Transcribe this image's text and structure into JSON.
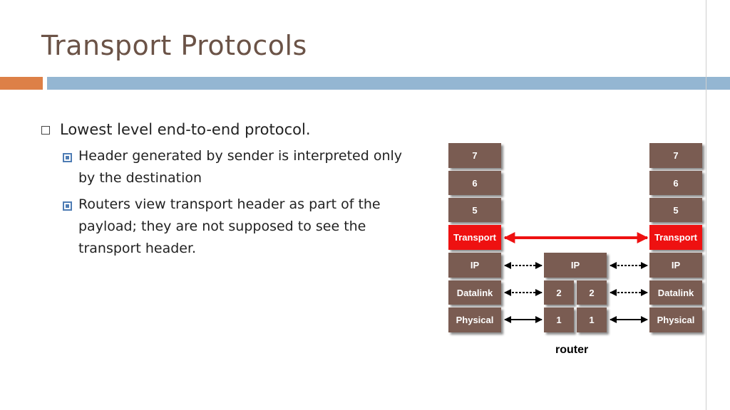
{
  "slide": {
    "title": "Transport Protocols",
    "bullets": [
      {
        "text": "Lowest level end-to-end protocol.",
        "sub": [
          "Header generated by sender is interpreted only by the destination",
          "Routers view transport header as part of the payload; they are not supposed to see the transport header."
        ]
      }
    ]
  },
  "diagram": {
    "host_stack": [
      "7",
      "6",
      "5",
      "Transport",
      "IP",
      "Datalink",
      "Physical"
    ],
    "router": {
      "ip_label": "IP",
      "layer2": [
        "2",
        "2"
      ],
      "layer1": [
        "1",
        "1"
      ],
      "label": "router"
    },
    "colors": {
      "layer_box": "#7a5c52",
      "transport": "#ee1111",
      "arrow": "#ee1111"
    }
  }
}
